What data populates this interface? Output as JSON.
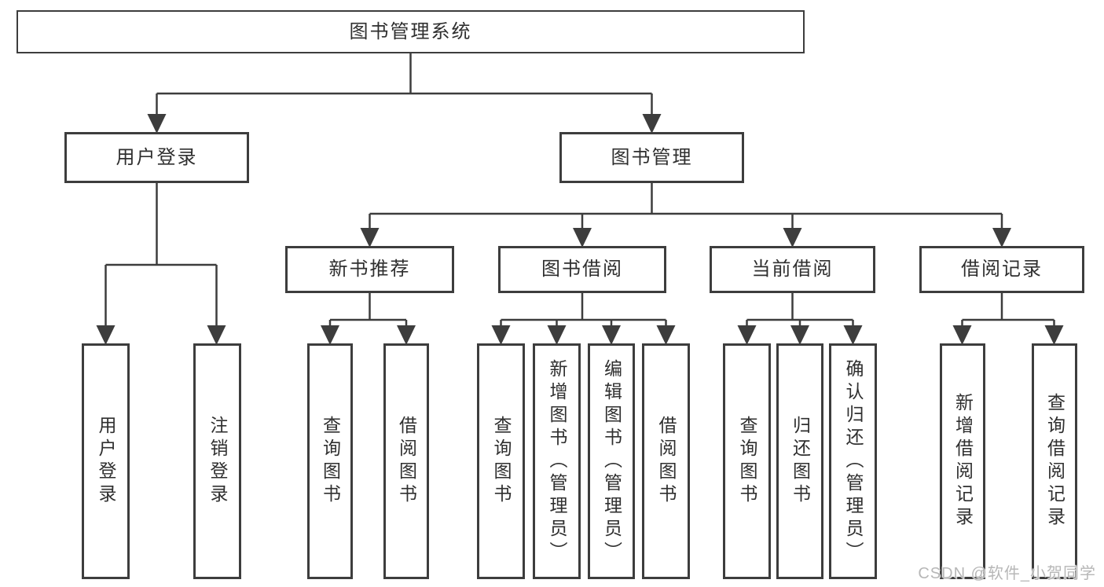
{
  "tree": {
    "root": "图书管理系统",
    "branches": [
      {
        "label": "用户登录",
        "leaves": [
          "用户登录",
          "注销登录"
        ]
      },
      {
        "label": "图书管理",
        "groups": [
          {
            "label": "新书推荐",
            "leaves": [
              "查询图书",
              "借阅图书"
            ]
          },
          {
            "label": "图书借阅",
            "leaves": [
              "查询图书",
              "新增图书（管理员）",
              "编辑图书（管理员）",
              "借阅图书"
            ]
          },
          {
            "label": "当前借阅",
            "leaves": [
              "查询图书",
              "归还图书",
              "确认归还（管理员）"
            ]
          },
          {
            "label": "借阅记录",
            "leaves": [
              "新增借阅记录",
              "查询借阅记录"
            ]
          }
        ]
      }
    ]
  },
  "watermark": {
    "text": "CSDN @软件_小贺同学"
  },
  "colors": {
    "line": "#3d3d3d",
    "text": "#2f2f2f",
    "box_background": "#ffffff",
    "page_background": "#ffffff",
    "watermark": "#b7b7b7"
  }
}
